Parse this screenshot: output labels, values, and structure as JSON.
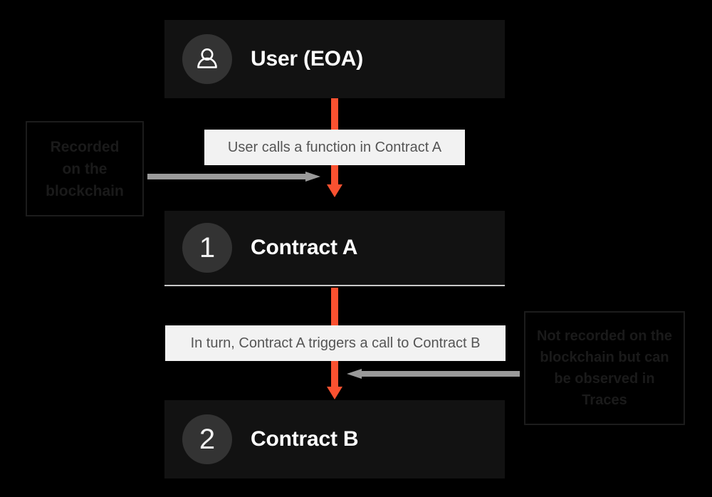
{
  "diagram": {
    "background_color": "#000000",
    "accent_color": "#fa5130",
    "node_color": "#121212",
    "badge_color": "#333333",
    "label_box_color": "#f2f2f2",
    "side_arrow_color": "#9a9a9a"
  },
  "nodes": [
    {
      "id": "user",
      "badge_icon": "person-icon",
      "badge_text": "",
      "label": "User (EOA)"
    },
    {
      "id": "contract-a",
      "badge_icon": "",
      "badge_text": "1",
      "label": "Contract A"
    },
    {
      "id": "contract-b",
      "badge_icon": "",
      "badge_text": "2",
      "label": "Contract B"
    }
  ],
  "edge_labels": [
    {
      "id": "edge-1",
      "text": "User calls a function in Contract A"
    },
    {
      "id": "edge-2",
      "text": "In turn, Contract A triggers a call to Contract B"
    }
  ],
  "annotations": [
    {
      "id": "annot-left",
      "lines": [
        "Recorded",
        "on the",
        "blockchain"
      ],
      "text": "Recorded on the blockchain",
      "arrow_direction": "right"
    },
    {
      "id": "annot-right",
      "lines": [
        "Not recorded on the",
        "blockchain but can",
        "be observed in",
        "Traces"
      ],
      "text": "Not recorded on the blockchain but can be observed in Traces",
      "arrow_direction": "left"
    }
  ]
}
